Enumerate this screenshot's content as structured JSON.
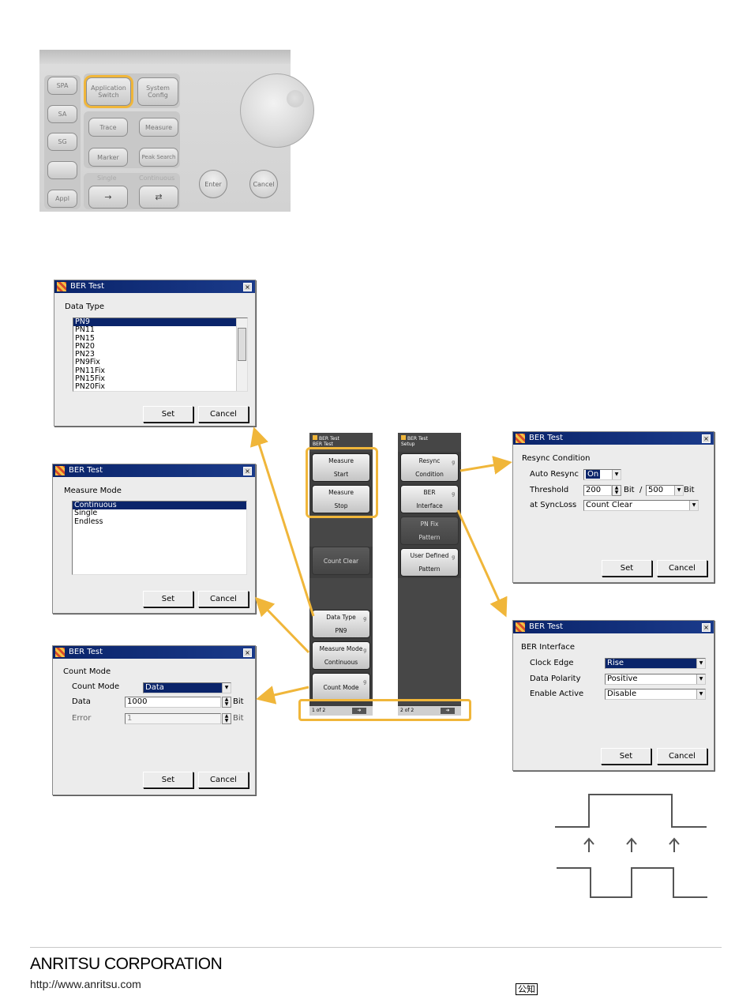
{
  "front_panel": {
    "buttons": [
      "SPA",
      "SA",
      "SG",
      "",
      "Appl"
    ],
    "app_switch": "Application\nSwitch",
    "system_config": "System\nConfig",
    "trace": "Trace",
    "measure": "Measure",
    "marker": "Marker",
    "peak_search": "Peak Search",
    "single": "Single",
    "continuous": "Continuous",
    "enter": "Enter",
    "cancel": "Cancel"
  },
  "dialog_data_type": {
    "title": "BER Test",
    "label": "Data Type",
    "items": [
      "PN9",
      "PN11",
      "PN15",
      "PN20",
      "PN23",
      "PN9Fix",
      "PN11Fix",
      "PN15Fix",
      "PN20Fix"
    ],
    "selected": "PN9",
    "set": "Set",
    "cancel": "Cancel"
  },
  "dialog_measure_mode": {
    "title": "BER Test",
    "label": "Measure Mode",
    "items": [
      "Continuous",
      "Single",
      "Endless"
    ],
    "selected": "Continuous",
    "set": "Set",
    "cancel": "Cancel"
  },
  "dialog_count_mode": {
    "title": "BER Test",
    "label": "Count Mode",
    "count_mode_label": "Count Mode",
    "count_mode_value": "Data",
    "data_label": "Data",
    "data_value": "1000",
    "data_unit": "Bit",
    "error_label": "Error",
    "error_value": "1",
    "error_unit": "Bit",
    "set": "Set",
    "cancel": "Cancel"
  },
  "menu1": {
    "header_line1": "BER Test",
    "header_line2": "BER Test",
    "keys": {
      "measure_start_1": "Measure",
      "measure_start_2": "Start",
      "measure_stop_1": "Measure",
      "measure_stop_2": "Stop",
      "count_clear": "Count Clear",
      "data_type_1": "Data Type",
      "data_type_2": "PN9",
      "measure_mode_1": "Measure Mode",
      "measure_mode_2": "Continuous",
      "count_mode": "Count Mode"
    },
    "page": "1 of 2"
  },
  "menu2": {
    "header_line1": "BER Test",
    "header_line2": "Setup",
    "keys": {
      "resync_1": "Resync",
      "resync_2": "Condition",
      "ber_1": "BER",
      "ber_2": "Interface",
      "pnfix_1": "PN Fix",
      "pnfix_2": "Pattern",
      "user_1": "User Defined",
      "user_2": "Pattern"
    },
    "page": "2 of 2"
  },
  "dialog_resync": {
    "title": "BER Test",
    "label": "Resync Condition",
    "auto_label": "Auto Resync",
    "auto_value": "On",
    "threshold_label": "Threshold",
    "threshold_value": "200",
    "bit1": "Bit",
    "slash": "/",
    "threshold_total": "500",
    "bit2": "Bit",
    "sync_label": "at SyncLoss",
    "sync_value": "Count Clear",
    "set": "Set",
    "cancel": "Cancel"
  },
  "dialog_ber_interface": {
    "title": "BER Test",
    "label": "BER Interface",
    "clock_label": "Clock Edge",
    "clock_value": "Rise",
    "polarity_label": "Data Polarity",
    "polarity_value": "Positive",
    "enable_label": "Enable Active",
    "enable_value": "Disable",
    "set": "Set",
    "cancel": "Cancel"
  },
  "footer": {
    "company": "ANRITSU CORPORATION",
    "url": "http://www.anritsu.com",
    "stamp": "公知"
  },
  "colors": {
    "accent": "#f0b63a",
    "title_bar": "#0a246a"
  }
}
